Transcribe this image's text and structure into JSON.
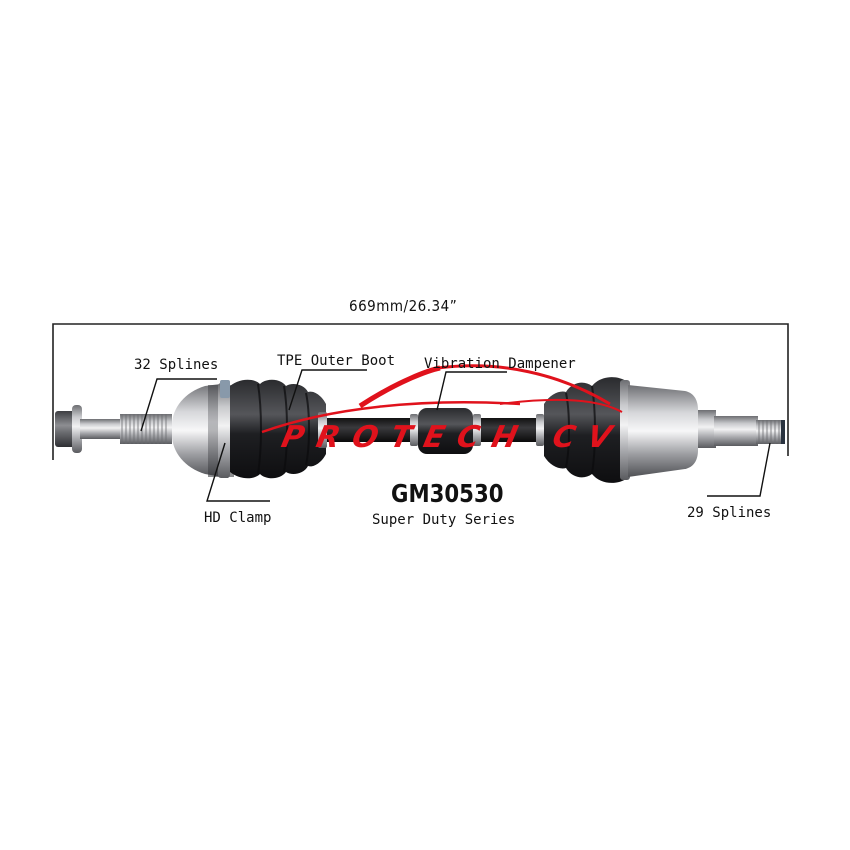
{
  "product": {
    "model_number": "GM30530",
    "series": "Super Duty Series",
    "brand_watermark": "PROTECH CV",
    "brand_color": "#e0121c"
  },
  "dimension": {
    "label": "669mm/26.34”",
    "length_mm": 669,
    "length_in": 26.34
  },
  "callouts": [
    {
      "label": "32 Splines"
    },
    {
      "label": "TPE Outer Boot"
    },
    {
      "label": "Vibration Dampener"
    },
    {
      "label": "HD Clamp"
    },
    {
      "label": "29 Splines"
    }
  ],
  "icons": {
    "part": "cv-axle-image",
    "logo": "protech-cv-car-swoosh-logo"
  }
}
